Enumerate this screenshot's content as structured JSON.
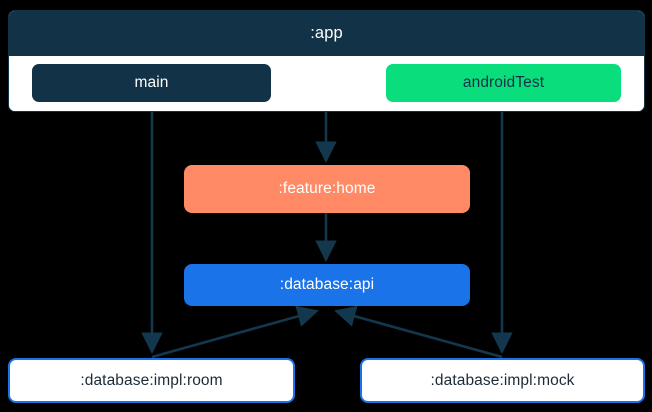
{
  "diagram": {
    "type": "module-dependency-graph",
    "background_color": "#000000",
    "edge_color": "#13384d",
    "clusters": [
      {
        "id": "app",
        "label": ":app",
        "header_color": "#123247",
        "header_text_color": "#ffffff",
        "body_color": "#ffffff",
        "border_color": "#123247",
        "children": [
          {
            "id": "main",
            "label": "main",
            "fill": "#123247",
            "text_color": "#ffffff"
          },
          {
            "id": "androidTest",
            "label": "androidTest",
            "fill": "#0ADE7C",
            "text_color": "#123247"
          }
        ]
      }
    ],
    "nodes": [
      {
        "id": "feature-home",
        "label": ":feature:home",
        "fill": "#FF8A65",
        "text_color": "#ffffff"
      },
      {
        "id": "database-api",
        "label": ":database:api",
        "fill": "#1A73E8",
        "text_color": "#ffffff"
      },
      {
        "id": "database-impl-room",
        "label": ":database:impl:room",
        "fill": "#ffffff",
        "border_color": "#1A73E8",
        "text_color": "#1b2b38"
      },
      {
        "id": "database-impl-mock",
        "label": ":database:impl:mock",
        "fill": "#ffffff",
        "border_color": "#1A73E8",
        "text_color": "#1b2b38"
      }
    ],
    "edges": [
      {
        "id": "edge-main-to-room",
        "from": "main",
        "to": "database-impl-room",
        "style": "straight-down"
      },
      {
        "id": "edge-app-to-feature-home",
        "from": "app",
        "to": "feature-home",
        "style": "straight-down"
      },
      {
        "id": "edge-androidtest-to-mock",
        "from": "androidTest",
        "to": "database-impl-mock",
        "style": "straight-down"
      },
      {
        "id": "edge-feature-home-to-database-api",
        "from": "feature-home",
        "to": "database-api",
        "style": "straight-down"
      },
      {
        "id": "edge-room-to-database-api",
        "from": "database-impl-room",
        "to": "database-api",
        "style": "diagonal-up"
      },
      {
        "id": "edge-mock-to-database-api",
        "from": "database-impl-mock",
        "to": "database-api",
        "style": "diagonal-up"
      }
    ]
  }
}
